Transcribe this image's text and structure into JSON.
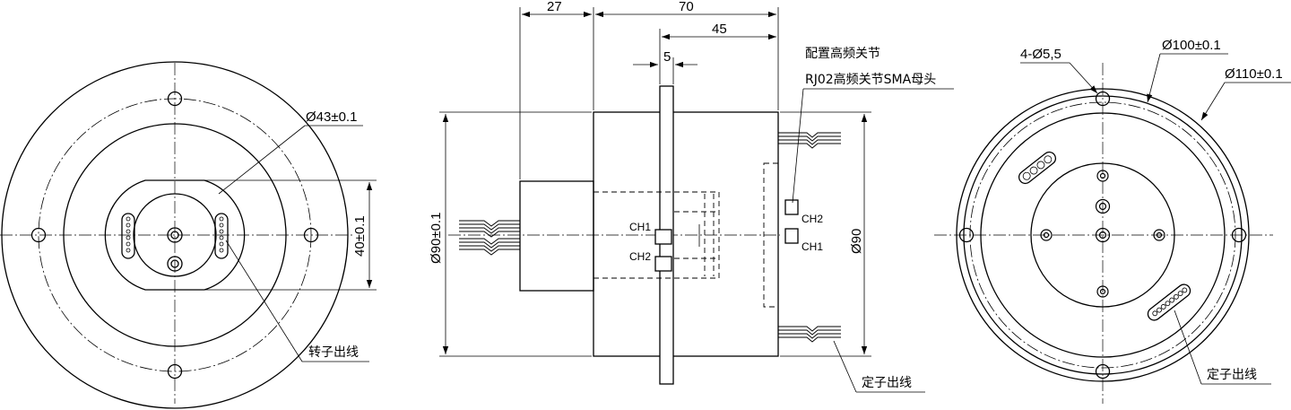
{
  "left_view": {
    "dim_diameter_43": "Ø43±0.1",
    "dim_height_40": "40±0.1",
    "rotor_outlet": "转子出线"
  },
  "middle_view": {
    "dim_27": "27",
    "dim_70": "70",
    "dim_45": "45",
    "dim_5": "5",
    "dim_diameter_90_tol": "Ø90±0.1",
    "dim_diameter_90": "Ø90",
    "note_line1": "配置高频关节",
    "note_line2": "RJ02高频关节SMA母头",
    "ch1_left": "CH1",
    "ch2_left": "CH2",
    "ch1_right": "CH1",
    "ch2_right": "CH2",
    "stator_outlet": "定子出线"
  },
  "right_view": {
    "dim_holes": "4-Ø5,5",
    "dim_diameter_100": "Ø100±0.1",
    "dim_diameter_110": "Ø110±0.1",
    "stator_outlet": "定子出线"
  }
}
